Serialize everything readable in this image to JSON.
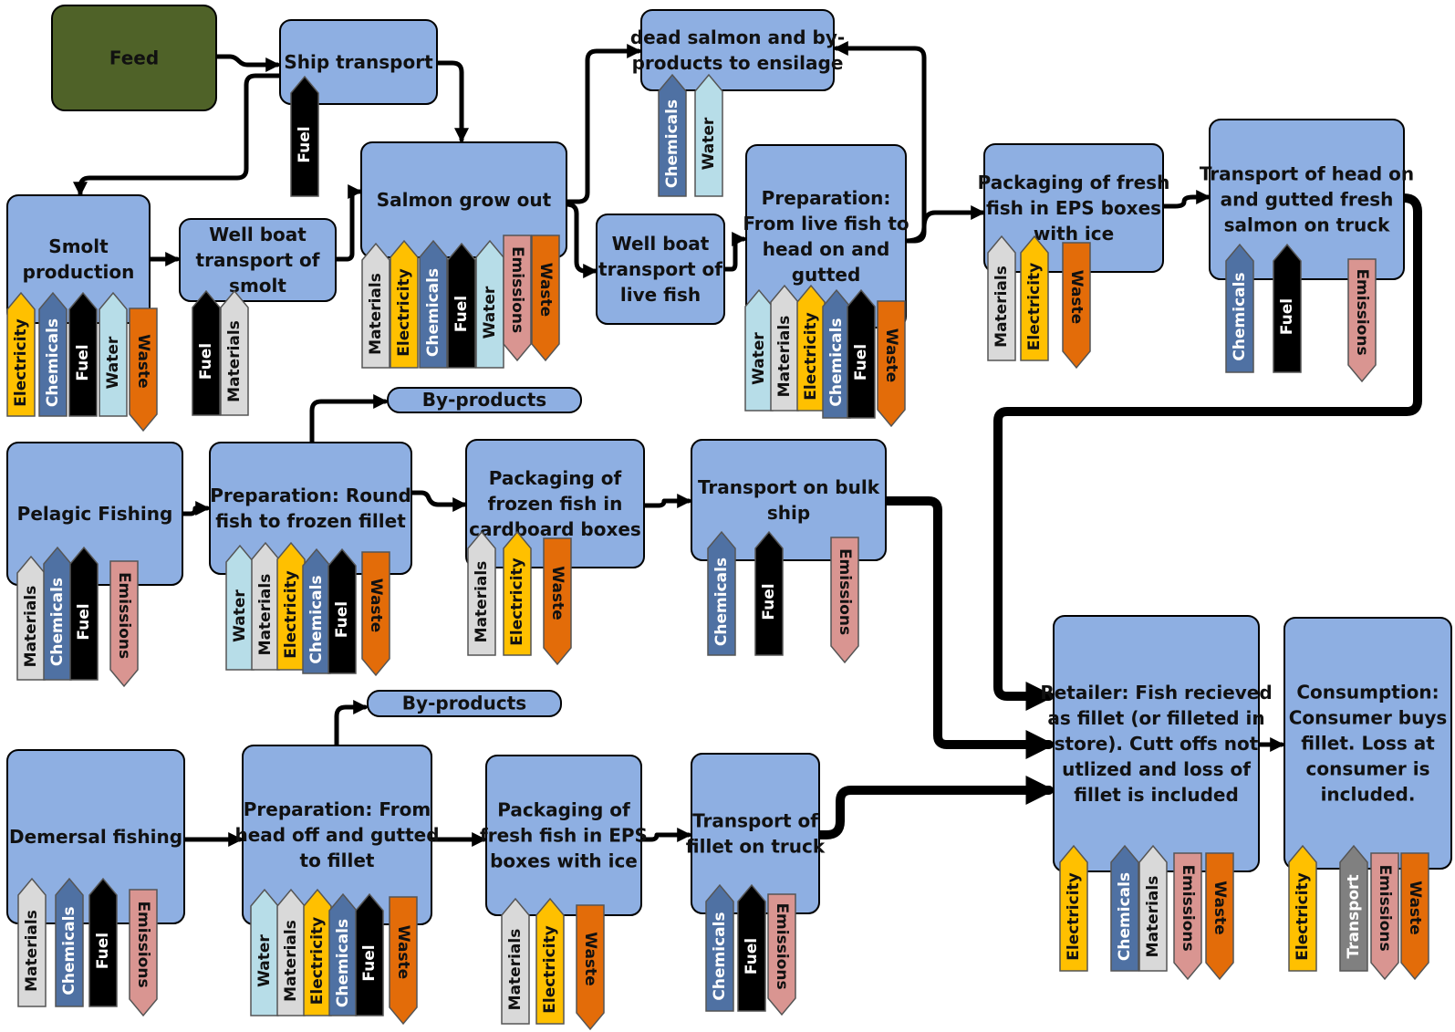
{
  "colors": {
    "process": "#8eafe2",
    "feed": "#4f6228",
    "Electricity": "#ffc000",
    "Chemicals": "#4f71a3",
    "Fuel": "#000000",
    "Water": "#b7dde8",
    "Materials": "#d9d9d9",
    "Waste": "#e36c09",
    "Emissions": "#d99591",
    "Transport": "#808080"
  },
  "nodes": {
    "feed": "Feed",
    "ship_transport": "Ship transport",
    "dead_salmon": "dead salmon and by-\nproducts to ensilage",
    "smolt": "Smolt\nproduction",
    "wellboat_smolt": "Well boat\ntransport of\nsmolt",
    "salmon_grow": "Salmon grow out",
    "wellboat_live": "Well boat\ntransport of\nlive fish",
    "prep_salmon": "Preparation:\nFrom live fish to\nhead on and\ngutted",
    "pack_salmon": "Packaging of fresh\nfish in EPS boxes\nwith ice",
    "transport_salmon": "Transport of head on\nand gutted fresh\nsalmon on truck",
    "pelagic": "Pelagic Fishing",
    "prep_pelagic": "Preparation: Round\nfish to frozen fillet",
    "byproducts_1": "By-products",
    "pack_pelagic": "Packaging of\nfrozen fish in\ncardboard boxes",
    "transport_bulk": "Transport on bulk\nship",
    "demersal": "Demersal fishing",
    "prep_demersal": "Preparation: From\nhead off and gutted\nto fillet",
    "byproducts_2": "By-products",
    "pack_demersal": "Packaging of\nfresh fish in EPS\nboxes with ice",
    "transport_fillet": "Transport of\nfillet on truck",
    "retailer": "Retailer: Fish recieved\nas fillet (or filleted in\nstore). Cutt offs not\nutlized and loss of\nfillet is included",
    "consumption": "Consumption:\nConsumer buys\nfillet. Loss at\nconsumer is\nincluded."
  },
  "tags": {
    "ship_transport": [
      "Fuel"
    ],
    "dead_salmon": [
      "Chemicals",
      "Water"
    ],
    "smolt": [
      "Electricity",
      "Chemicals",
      "Fuel",
      "Water",
      "Waste"
    ],
    "wellboat_smolt": [
      "Fuel",
      "Materials"
    ],
    "salmon_grow": [
      "Materials",
      "Electricity",
      "Chemicals",
      "Fuel",
      "Water",
      "Emissions",
      "Waste"
    ],
    "prep_salmon": [
      "Water",
      "Materials",
      "Electricity",
      "Chemicals",
      "Fuel",
      "Waste"
    ],
    "pack_salmon": [
      "Materials",
      "Electricity",
      "Waste"
    ],
    "transport_salmon": [
      "Chemicals",
      "Fuel",
      "Emissions"
    ],
    "pelagic": [
      "Materials",
      "Chemicals",
      "Fuel",
      "Emissions"
    ],
    "prep_pelagic": [
      "Water",
      "Materials",
      "Electricity",
      "Chemicals",
      "Fuel",
      "Waste"
    ],
    "pack_pelagic": [
      "Materials",
      "Electricity",
      "Waste"
    ],
    "transport_bulk": [
      "Chemicals",
      "Fuel",
      "Emissions"
    ],
    "demersal": [
      "Materials",
      "Chemicals",
      "Fuel",
      "Emissions"
    ],
    "prep_demersal": [
      "Water",
      "Materials",
      "Electricity",
      "Chemicals",
      "Fuel",
      "Waste"
    ],
    "pack_demersal": [
      "Materials",
      "Electricity",
      "Waste"
    ],
    "transport_fillet": [
      "Chemicals",
      "Fuel",
      "Emissions"
    ],
    "retailer": [
      "Electricity",
      "Chemicals",
      "Materials",
      "Emissions",
      "Waste"
    ],
    "consumption": [
      "Electricity",
      "Transport",
      "Emissions",
      "Waste"
    ]
  }
}
